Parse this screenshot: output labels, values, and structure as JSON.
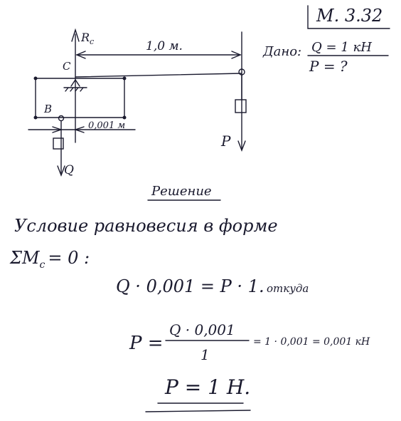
{
  "problem": {
    "number": "M. 3.32",
    "given_label": "Дано:",
    "given_q": "Q = 1 кН",
    "unknown": "P = ?"
  },
  "figure": {
    "reaction_label": "R",
    "reaction_subscript": "c",
    "length_label": "1,0 м.",
    "point_c": "C",
    "point_b": "B",
    "small_distance": "0,001 м",
    "force_p": "P",
    "force_q": "Q"
  },
  "solution": {
    "heading": "Решение",
    "condition_text": "Условие равновесия в форме",
    "moment_eq": "ΣM",
    "moment_sub": "c",
    "moment_rhs": "= 0 :",
    "equation": "Q · 0,001 = P · 1.",
    "equation_suffix": "откуда",
    "p_label": "P =",
    "frac_num": "Q · 0,001",
    "frac_den": "1",
    "frac_rest": "= 1 · 0,001 = 0,001 кН",
    "answer": "P = 1 Н."
  },
  "colors": {
    "ink": "#1a1a2e"
  }
}
